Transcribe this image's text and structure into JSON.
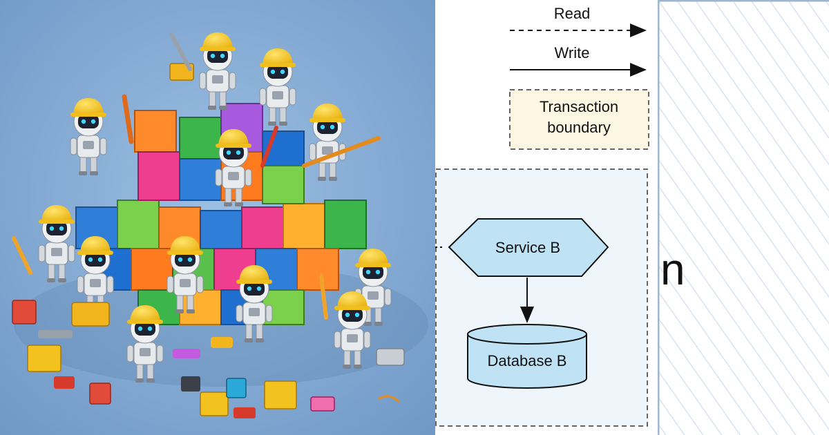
{
  "legend": {
    "read_label": "Read",
    "write_label": "Write",
    "transaction_label_line1": "Transaction",
    "transaction_label_line2": "boundary"
  },
  "nodes": {
    "service_label": "Service B",
    "database_label": "Database B"
  },
  "fragment_text": "n",
  "colors": {
    "art_background": "#7ea7d3",
    "transaction_fill": "#fdf6e3",
    "boundary_fill": "#eef6fc",
    "node_fill": "#bfe3f5",
    "line": "#111111",
    "hatch_line": "#b9cde3"
  },
  "icons": {
    "robots": "robot-builder-icon",
    "blocks": "building-block-icon",
    "tools": "wrench-hammer-icon"
  }
}
